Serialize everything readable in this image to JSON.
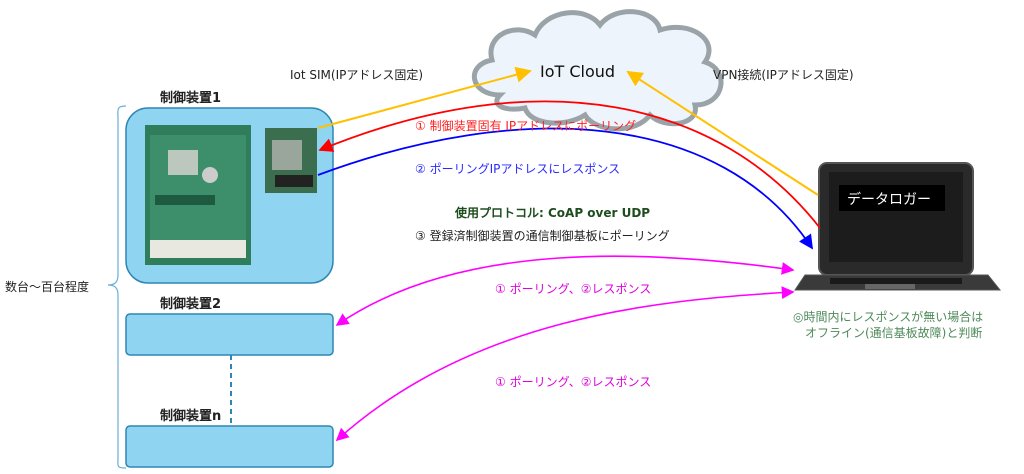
{
  "cloud": {
    "label": "IoT Cloud"
  },
  "links": {
    "sim": "Iot SIM(IPアドレス固定)",
    "vpn": "VPN接続(IPアドレス固定)"
  },
  "devices": [
    {
      "label": "制御装置1"
    },
    {
      "label": "制御装置2"
    },
    {
      "label": "制御装置n"
    }
  ],
  "range_label": "数台～百台程度",
  "logger": {
    "label": "データロガー"
  },
  "steps": {
    "step1": "① 制御装置固有 IPアドレスにポーリング",
    "step2": "② ポーリングIPアドレスにレスポンス",
    "protocol": "使用プロトコル: CoAP over UDP",
    "step3": "③ 登録済制御装置の通信制御基板にポーリング",
    "poll_resp_1": "① ポーリング、②レスポンス",
    "poll_resp_2": "① ポーリング、②レスポンス"
  },
  "note": {
    "line1": "◎時間内にレスポンスが無い場合は",
    "line2": "オフライン(通信基板故障)と判断"
  },
  "colors": {
    "sim_arrow": "#ffc000",
    "poll_arrow": "#ff0000",
    "response_arrow": "#0000ff",
    "device_arrow": "#ff00ff",
    "device_fill": "#8fd4f0",
    "note_text": "#4e8a5a"
  }
}
